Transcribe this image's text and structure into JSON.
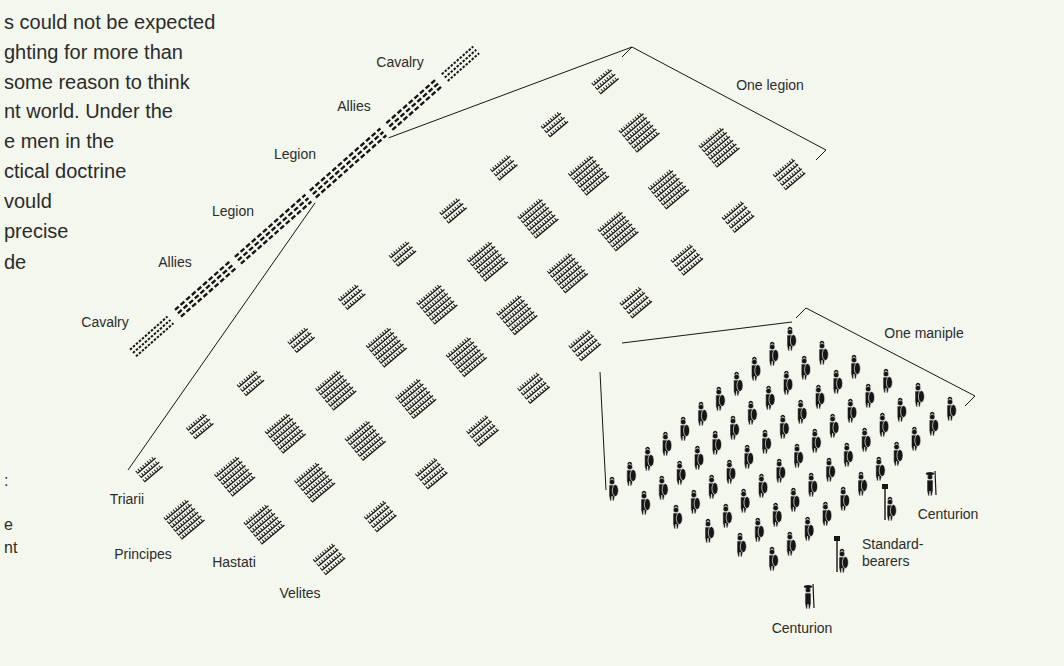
{
  "diagram": {
    "labels": [
      "s could not be expected",
      "ghting for more than",
      "some reason to think",
      "nt world. Under the",
      "e men in the",
      "ctical doctrine",
      "vould",
      "precise",
      "de",
      ":",
      "e",
      "nt",
      "Cavalry",
      "Allies",
      "Legion",
      "Legion",
      "Allies",
      "Cavalry",
      "One legion",
      "One maniple",
      "Triarii",
      "Principes",
      "Hastati",
      "Velites",
      "Centurion",
      "Standard- bearers",
      "Centurion"
    ]
  }
}
